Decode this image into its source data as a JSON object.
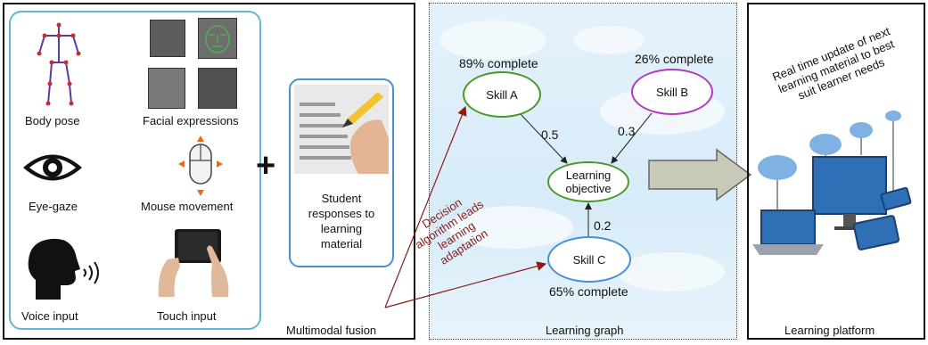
{
  "inputs": {
    "body_pose": "Body pose",
    "facial_expressions": "Facial expressions",
    "eye_gaze": "Eye-gaze",
    "mouse_movement": "Mouse movement",
    "voice_input": "Voice input",
    "touch_input": "Touch input"
  },
  "plus_sign": "+",
  "student_responses": [
    "Student",
    "responses to",
    "learning",
    "material"
  ],
  "multimodal_fusion": "Multimodal fusion",
  "decision_text": [
    "Decision",
    "algorithm leads",
    "learning",
    "adaptation"
  ],
  "graph": {
    "skill_a": {
      "label": "Skill A",
      "progress": "89% complete",
      "color": "#4a9a2a"
    },
    "skill_b": {
      "label": "Skill B",
      "progress": "26% complete",
      "color": "#b23bbd"
    },
    "skill_c": {
      "label": "Skill C",
      "progress": "65% complete",
      "color": "#4a8fd3"
    },
    "objective": [
      "Learning",
      "objective"
    ],
    "objective_color": "#4a9a2a",
    "weights": {
      "a": "0.5",
      "b": "0.3",
      "c": "0.2"
    },
    "caption": "Learning graph"
  },
  "platform": {
    "update_text": [
      "Real time update of next",
      "learning material to best",
      "suit learner needs"
    ],
    "caption": "Learning platform"
  },
  "colors": {
    "decision": "#8b1a1a",
    "arrow_fill": "#c8cab8",
    "device": "#2e6fb5"
  }
}
